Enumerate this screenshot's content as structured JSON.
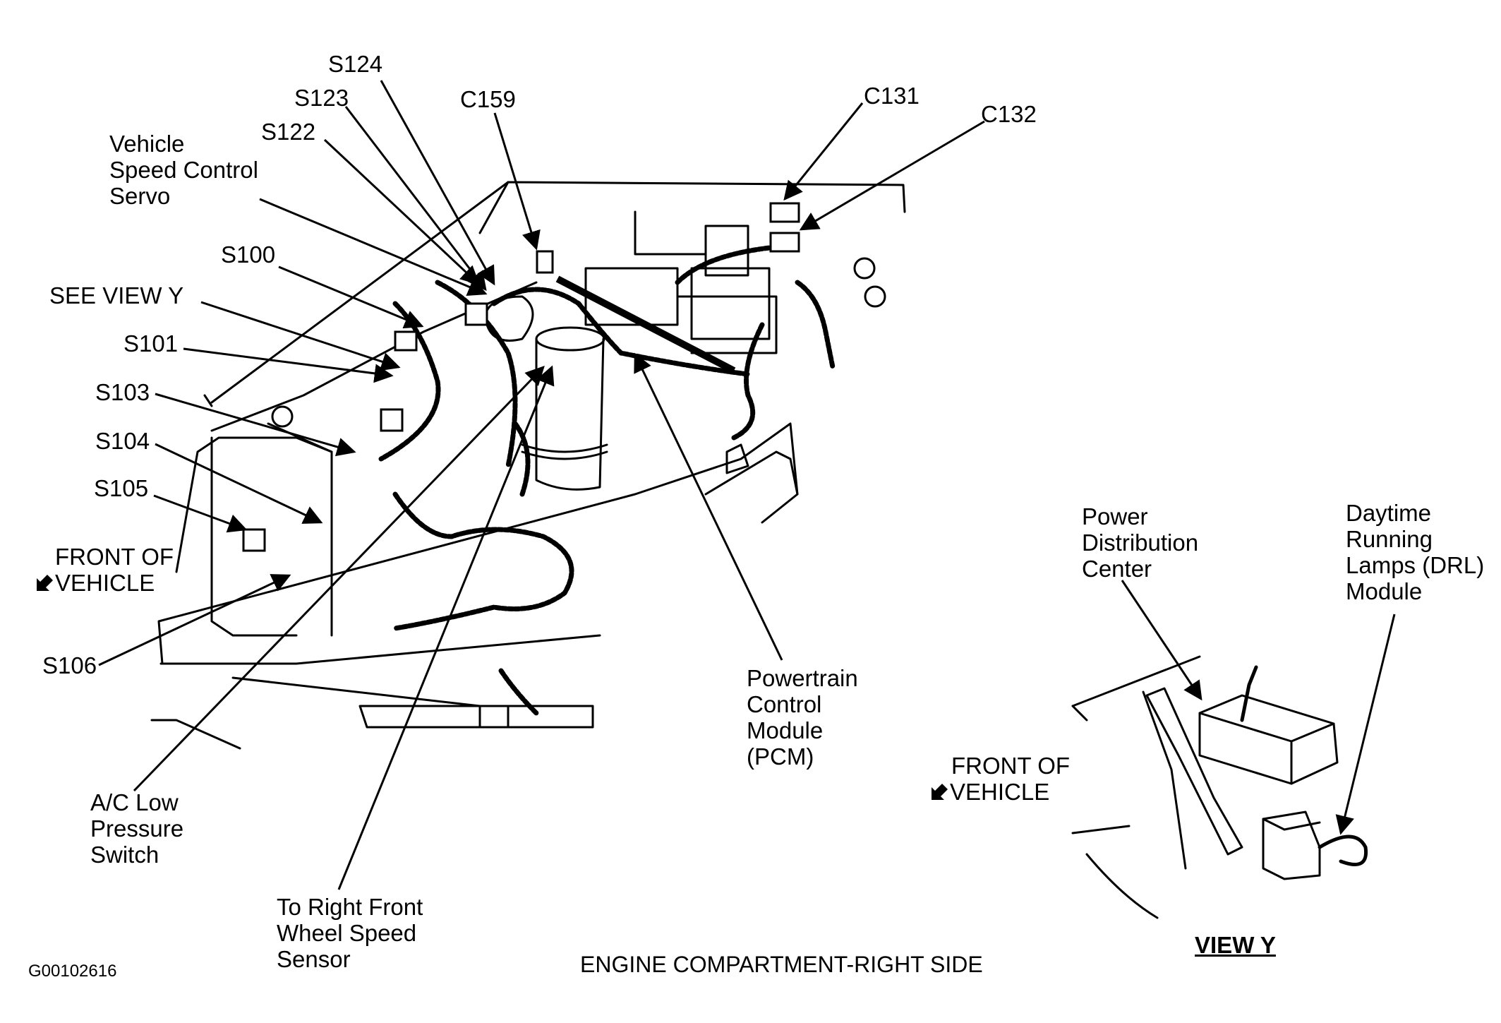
{
  "diagram": {
    "title": "ENGINE COMPARTMENT-RIGHT SIDE",
    "figure_id": "G00102616",
    "labels": {
      "s124": "S124",
      "s123": "S123",
      "s122": "S122",
      "c159": "C159",
      "c131": "C131",
      "c132": "C132",
      "speed_servo": [
        "Vehicle",
        "Speed Control",
        "Servo"
      ],
      "s100": "S100",
      "see_view_y": "SEE VIEW Y",
      "s101": "S101",
      "s103": "S103",
      "s104": "S104",
      "s105": "S105",
      "front_main": [
        "FRONT OF",
        "VEHICLE"
      ],
      "s106": "S106",
      "ac_switch": [
        "A/C Low",
        "Pressure",
        "Switch"
      ],
      "wheel_sensor": [
        "To Right Front",
        "Wheel Speed",
        "Sensor"
      ],
      "pcm": [
        "Powertrain",
        "Control",
        "Module",
        "(PCM)"
      ],
      "pdc": [
        "Power",
        "Distribution",
        "Center"
      ],
      "drl": [
        "Daytime",
        "Running",
        "Lamps (DRL)",
        "Module"
      ],
      "front_view_y": [
        "FRONT OF",
        "VEHICLE"
      ]
    },
    "view_y_title": "VIEW Y"
  }
}
